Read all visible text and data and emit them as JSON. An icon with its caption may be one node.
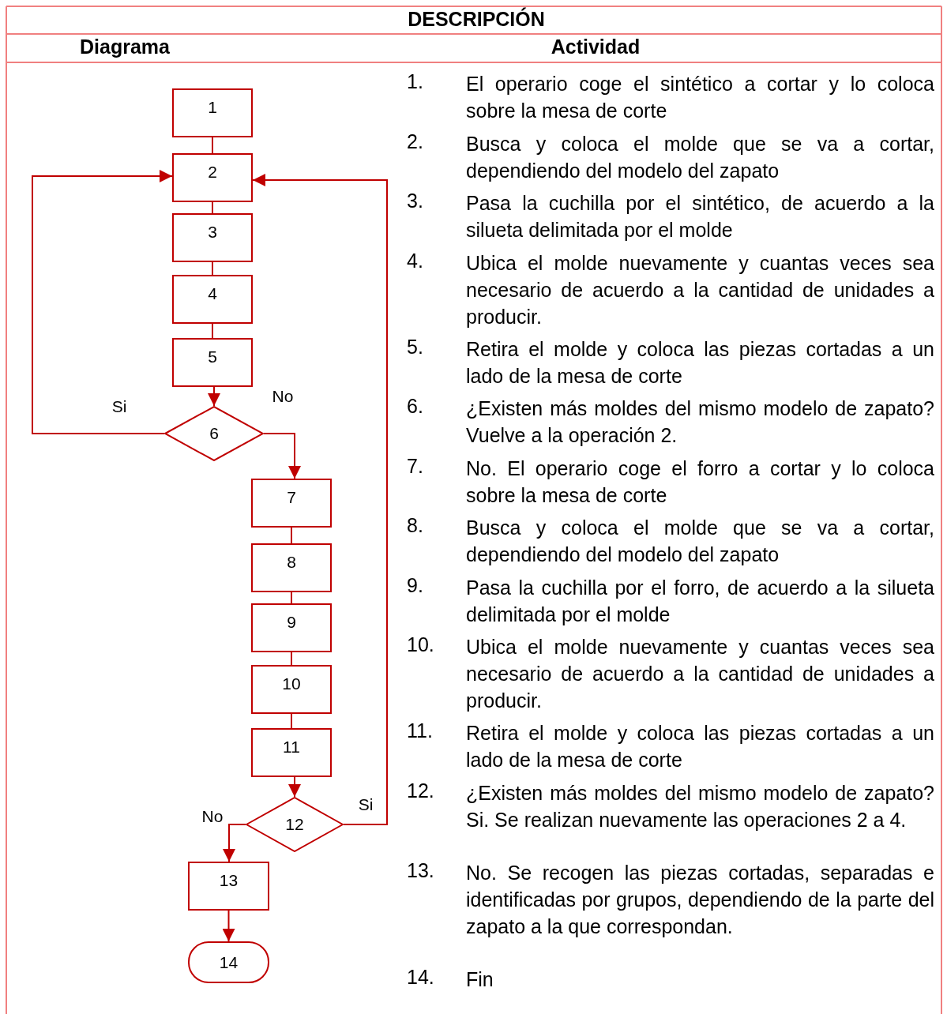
{
  "diagram": {
    "title": "DESCRIPCIÓN",
    "nodes": [
      {
        "text": [
          "1"
        ]
      },
      {
        "text": [
          "2"
        ]
      },
      {
        "text": [
          "3"
        ]
      },
      {
        "text": [
          "4"
        ]
      },
      {
        "text": [
          "5"
        ]
      },
      {
        "text": [
          "6"
        ]
      },
      {
        "text": [
          "7"
        ]
      },
      {
        "text": [
          "8"
        ]
      },
      {
        "text": [
          "9"
        ]
      },
      {
        "text": [
          "10"
        ]
      },
      {
        "text": [
          "11"
        ]
      },
      {
        "text": [
          "12"
        ]
      },
      {
        "text": [
          "13"
        ]
      },
      {
        "text": [
          "14"
        ]
      }
    ],
    "edges": [
      {
        "from": 0,
        "to": 1,
        "arrow": "none"
      },
      {
        "from": 1,
        "to": 2,
        "arrow": "none"
      },
      {
        "from": 2,
        "to": 3,
        "arrow": "none"
      },
      {
        "from": 3,
        "to": 4,
        "arrow": "none"
      },
      {
        "from": 4,
        "to": 5,
        "arrow": "to"
      },
      {
        "from": 5,
        "to": 1,
        "arrow": "to",
        "label": "Si"
      },
      {
        "from": 5,
        "to": 6,
        "arrow": "to",
        "label": "No"
      },
      {
        "from": 6,
        "to": 7,
        "arrow": "none"
      },
      {
        "from": 7,
        "to": 8,
        "arrow": "none"
      },
      {
        "from": 8,
        "to": 9,
        "arrow": "none"
      },
      {
        "from": 9,
        "to": 10,
        "arrow": "none"
      },
      {
        "from": 10,
        "to": 11,
        "arrow": "to"
      },
      {
        "from": 11,
        "to": 1,
        "arrow": "to",
        "label": "Si"
      },
      {
        "from": 11,
        "to": 12,
        "arrow": "to",
        "label": "No"
      },
      {
        "from": 12,
        "to": 13,
        "arrow": "to"
      }
    ],
    "labels": [
      "Diagrama",
      "Actividad",
      "1.",
      "El operario coge el sintético a cortar y lo coloca sobre la mesa de corte",
      "2.",
      "Busca y coloca el molde que se va a cortar, dependiendo del modelo del zapato",
      "3.",
      "Pasa la cuchilla por el sintético, de acuerdo a la silueta delimitada por el molde",
      "4.",
      "Ubica el molde nuevamente y cuantas veces sea necesario de acuerdo a la cantidad de unidades a producir.",
      "5.",
      "Retira el molde y coloca las piezas cortadas a un lado de la mesa de corte",
      "6.",
      "¿Existen más moldes del mismo modelo de zapato? Vuelve a la operación 2.",
      "7.",
      "No. El operario coge el forro a cortar y lo coloca sobre la mesa de corte",
      "8.",
      "Busca y coloca el molde que se va a cortar, dependiendo del modelo del zapato",
      "9.",
      "Pasa la cuchilla por el forro, de acuerdo a la silueta delimitada por el molde",
      "10.",
      "Ubica el molde nuevamente y cuantas veces sea necesario de acuerdo a la cantidad de unidades a producir.",
      "11.",
      "Retira el molde y coloca las piezas cortadas a un lado de la mesa de corte",
      "12.",
      "¿Existen más moldes del mismo modelo de zapato? Si. Se realizan nuevamente las operaciones 2 a 4.",
      "13.",
      "No. Se recogen las piezas cortadas, separadas e identificadas por grupos, dependiendo de la parte del zapato a la que correspondan.",
      "14.",
      "Fin"
    ]
  }
}
